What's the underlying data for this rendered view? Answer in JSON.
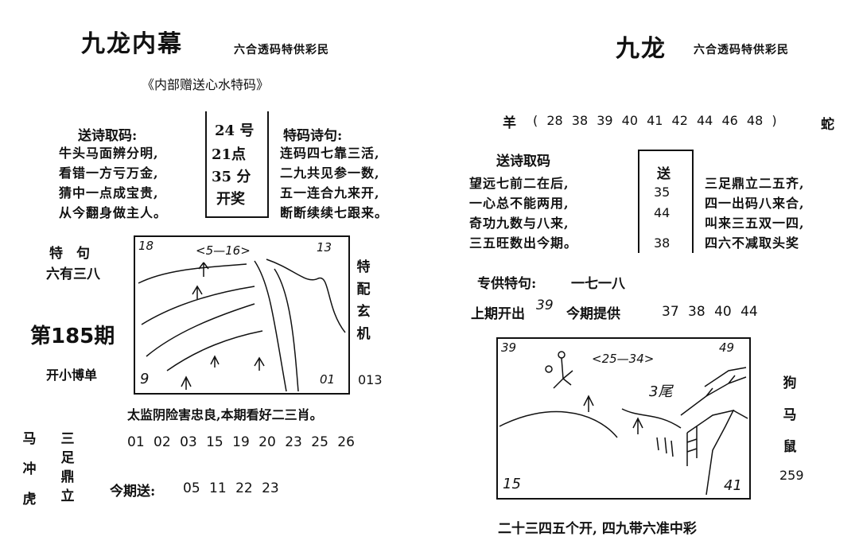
{
  "left": {
    "title": "九龙内幕",
    "subtitle": "六合透码特供彩民",
    "banner": "《内部赠送心水特码》",
    "poem1_title": "送诗取码:",
    "poem1_lines": [
      "牛头马面辨分明,",
      "看错一方亏万金,",
      "猜中一点成宝贵,",
      "从今翻身做主人。"
    ],
    "time_box": {
      "line1": "24 号",
      "line2": "21点",
      "line3": "35 分",
      "line4": "开奖"
    },
    "poem2_title": "特码诗句:",
    "poem2_lines": [
      "连码四七靠三活,",
      "二九共见参一数,",
      "五一连合九来开,",
      "断断续续七跟来。"
    ],
    "special_label": "特　句",
    "special_value": "六有三八",
    "issue": "第185期",
    "small_bet": "开小博单",
    "right_vertical": [
      "特",
      "配",
      "玄",
      "机"
    ],
    "right_code": "013",
    "sketch": {
      "top_range": "<5—16>",
      "tl": "18",
      "tr": "13",
      "bl": "9",
      "br": "01"
    },
    "summary": "太监阴险害忠良,本期看好二三肖。",
    "left_col1": [
      "马",
      "冲",
      "虎"
    ],
    "left_col2": [
      "三",
      "足",
      "鼎",
      "立"
    ],
    "numbers": "01 02 03 15 19 20 23 25 26",
    "send_label": "今期送:",
    "send_numbers": "05 11 22 23"
  },
  "right": {
    "title": "九龙",
    "subtitle": "六合透码特供彩民",
    "sheep_label": "羊",
    "sheep_numbers": "( 28 38 39 40 41 42 44 46 48 )",
    "snake_label": "蛇",
    "poem_title": "送诗取码",
    "poem_lines": [
      "望远七前二在后,",
      "一心总不能两用,",
      "奇功九数与八来,",
      "三五旺数出今期。"
    ],
    "send_box": {
      "label": "送",
      "n1": "35",
      "n2": "44",
      "n3": "38"
    },
    "poem2_lines": [
      "三足鼎立二五齐,",
      "四一出码八来合,",
      "叫来三五双一四,",
      "四六不减取头奖"
    ],
    "special_label": "专供特句:",
    "special_value": "一七一八",
    "last_label": "上期开出",
    "last_value": "39",
    "provide_label": "今期提供",
    "provide_numbers": "37 38 40 44",
    "sketch": {
      "top_range": "<25—34>",
      "tl": "39",
      "tr": "49",
      "bl": "15",
      "br": "41",
      "mid": "3尾"
    },
    "zodiac": [
      "狗",
      "马",
      "鼠"
    ],
    "zodiac_code": "259",
    "footer": "二十三四五个开, 四九带六准中彩"
  }
}
